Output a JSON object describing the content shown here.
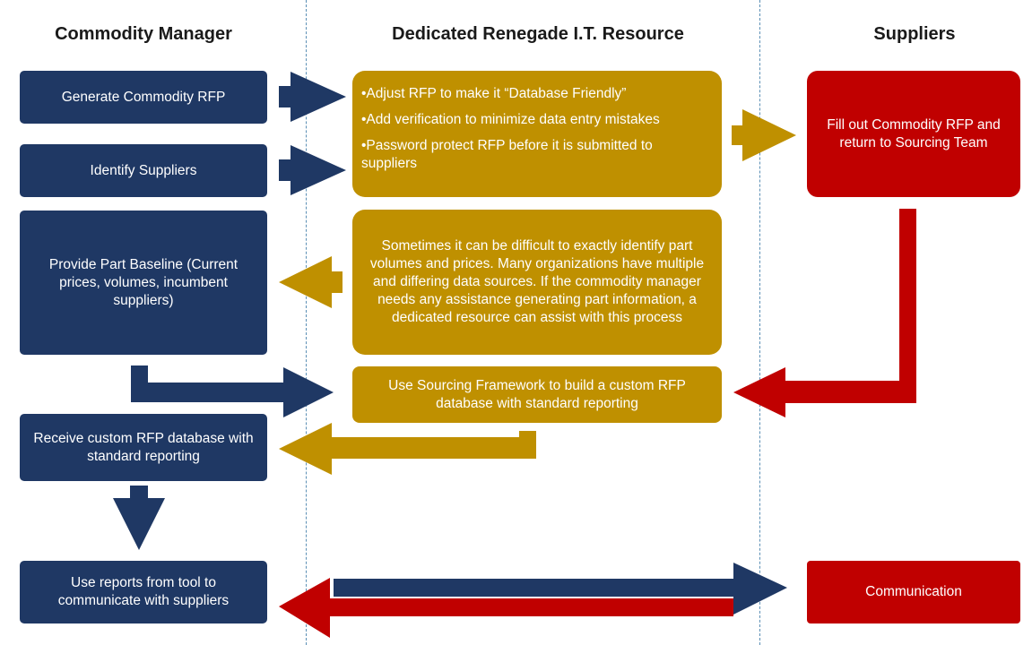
{
  "columns": {
    "commodity_manager": "Commodity Manager",
    "it_resource": "Dedicated Renegade I.T. Resource",
    "suppliers": "Suppliers"
  },
  "boxes": {
    "generate_rfp": "Generate Commodity RFP",
    "identify_suppliers": "Identify Suppliers",
    "provide_baseline": "Provide Part Baseline (Current prices, volumes, incumbent suppliers)",
    "receive_database": "Receive custom RFP database with standard reporting",
    "use_reports": "Use reports from tool to communicate with suppliers",
    "it_tasks": [
      "•Adjust RFP to make it “Database Friendly”",
      "•Add verification to minimize data entry mistakes",
      "•Password protect RFP before it is submitted to suppliers"
    ],
    "assist_note": "Sometimes it can be difficult to exactly identify part volumes and prices.  Many organizations have multiple and differing data sources.  If the commodity manager needs any assistance generating part information, a dedicated resource can assist with this process",
    "build_database": "Use Sourcing Framework to build a custom RFP database with standard reporting",
    "fill_out_rfp": "Fill out Commodity RFP and return to Sourcing Team",
    "communication": "Communication"
  },
  "colors": {
    "navy": "#1f3864",
    "gold": "#bf9000",
    "red": "#c00000",
    "divider": "#5b8fb5"
  }
}
